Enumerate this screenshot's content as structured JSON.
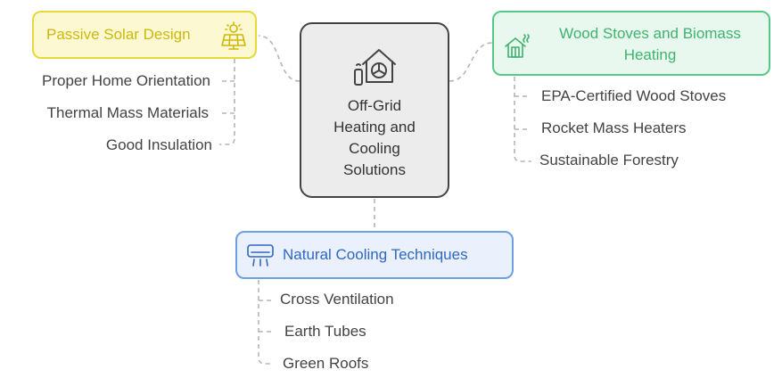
{
  "center": {
    "title_lines": [
      "Off-Grid",
      "Heating and",
      "Cooling",
      "Solutions"
    ],
    "icon": "house-fan-remote-icon"
  },
  "branches": {
    "passive_solar": {
      "title": "Passive Solar Design",
      "icon": "solar-panel-icon",
      "color": "#cdb80c",
      "items": [
        "Proper Home Orientation",
        "Thermal Mass Materials",
        "Good Insulation"
      ]
    },
    "wood_stoves": {
      "title_lines": [
        "Wood Stoves and Biomass",
        "Heating"
      ],
      "icon": "house-heat-icon",
      "color": "#3fb370",
      "items": [
        "EPA-Certified Wood Stoves",
        "Rocket Mass Heaters",
        "Sustainable Forestry"
      ]
    },
    "natural_cooling": {
      "title": "Natural Cooling Techniques",
      "icon": "air-conditioner-icon",
      "color": "#2f67c2",
      "items": [
        "Cross Ventilation",
        "Earth Tubes",
        "Green Roofs"
      ]
    }
  }
}
